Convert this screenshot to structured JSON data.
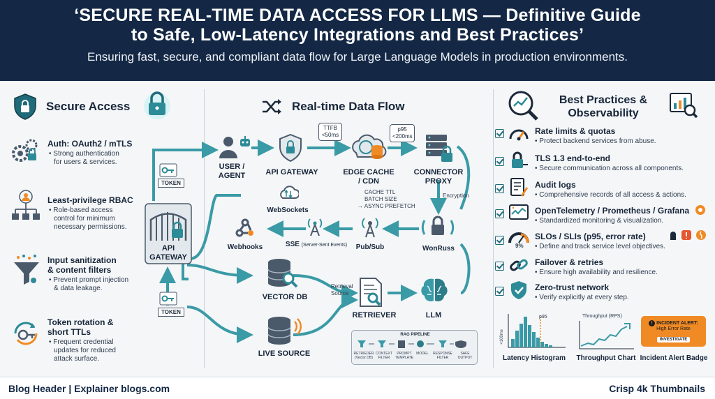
{
  "header": {
    "title_line1": "‘SECURE REAL-TIME DATA ACCESS FOR LLMS — Definitive Guide",
    "title_line2": "to Safe, Low-Latency Integrations and Best Practices’",
    "subtitle": "Ensuring fast, secure, and compliant data flow for Large Language Models in production environments."
  },
  "secure_access": {
    "title": "Secure Access",
    "items": [
      {
        "title": "Auth: OAuth2 / mTLS",
        "desc": [
          "• Strong authentication",
          "for users & services."
        ]
      },
      {
        "title": "Least-privilege RBAC",
        "desc": [
          "• Role-based access",
          "control for minimum",
          "necessary permissions."
        ]
      },
      {
        "title_lines": [
          "Input sanitization",
          "& content filters"
        ],
        "desc": [
          "• Prevent prompt injection",
          "& data leakage."
        ]
      },
      {
        "title_lines": [
          "Token rotation &",
          "short TTLs"
        ],
        "desc": [
          "• Frequent credential",
          "updates for reduced",
          "attack surface."
        ]
      }
    ]
  },
  "flow": {
    "title": "Real-time Data Flow",
    "token_label": "TOKEN",
    "gateway_left": [
      "API",
      "GATEWAY"
    ],
    "user_agent": [
      "USER /",
      "AGENT"
    ],
    "api_gateway": "API GATEWAY",
    "edge_cache": [
      "EDGE CACHE",
      "/ CDN"
    ],
    "connector": [
      "CONNECTOR",
      "PROXY"
    ],
    "ttfb": [
      "TTFB",
      "<50ms"
    ],
    "p95": [
      "p95",
      "<200ms"
    ],
    "cache_notes": [
      "CACHE TTL",
      "BATCH SIZE",
      "→ ASYNC PREFETCH"
    ],
    "encryption": "Encryption",
    "websockets": "WebSockets",
    "webhooks": "Webhooks",
    "sse": "SSE",
    "sse_note": "(Server-Sent Events)",
    "pubsub": "Pub/Sub",
    "worker": "WonRuss",
    "vector_db": "VECTOR DB",
    "retrieval_source": [
      "Retrieval",
      "Source"
    ],
    "retriever": "RETRIEVER",
    "llm": "LLM",
    "live_source": "LIVE SOURCE",
    "rag": {
      "title": "RAG PIPELINE",
      "steps": [
        [
          "RETRIEDER",
          "(Vector DB)"
        ],
        [
          "CONTEXT",
          "FILTER"
        ],
        [
          "PROMPT",
          "TEMPLATE"
        ],
        [
          "MODEL",
          ""
        ],
        [
          "RESPONSE",
          "FILTER"
        ],
        [
          "SAFE",
          "OUTPOT"
        ]
      ]
    }
  },
  "best_practices": {
    "title_lines": [
      "Best Practices &",
      "Observability"
    ],
    "items": [
      {
        "title": "Rate limits & quotas",
        "desc": "• Protect backend services from abuse."
      },
      {
        "title": "TLS 1.3 end-to-end",
        "desc": "• Secure communication across all components."
      },
      {
        "title": "Audit logs",
        "desc": "• Comprehensive records of all access & actions."
      },
      {
        "title": "OpenTelemetry / Prometheus / Grafana",
        "desc": "• Standardized monitoring & visualization."
      },
      {
        "title": "SLOs / SLIs (p95, error rate)",
        "desc": "• Define and track service level objectives."
      },
      {
        "title": "Failover & retries",
        "desc": "• Ensure high availability and resilience."
      },
      {
        "title": "Zero-trust network",
        "desc": "• Verify explicitly at every step."
      }
    ],
    "slo_gauge_label": "9%",
    "histogram": {
      "label": "Latency Histogram",
      "y_label": "<100ms",
      "marker": "p95"
    },
    "throughput": {
      "label": "Throughput Chart",
      "title": "Throughput (RPS)"
    },
    "alert": {
      "label": "Incident Alert Badge",
      "title": "INCIDENT ALERT:",
      "subtitle": "High Error Rate",
      "button": "INVESTIGATE"
    }
  },
  "footer": {
    "left": "Blog Header | Explainer blogs.com",
    "right": "Crisp 4k Thumbnails"
  },
  "colors": {
    "navy": "#142845",
    "teal": "#3a9aa6",
    "orange": "#f08a24"
  }
}
